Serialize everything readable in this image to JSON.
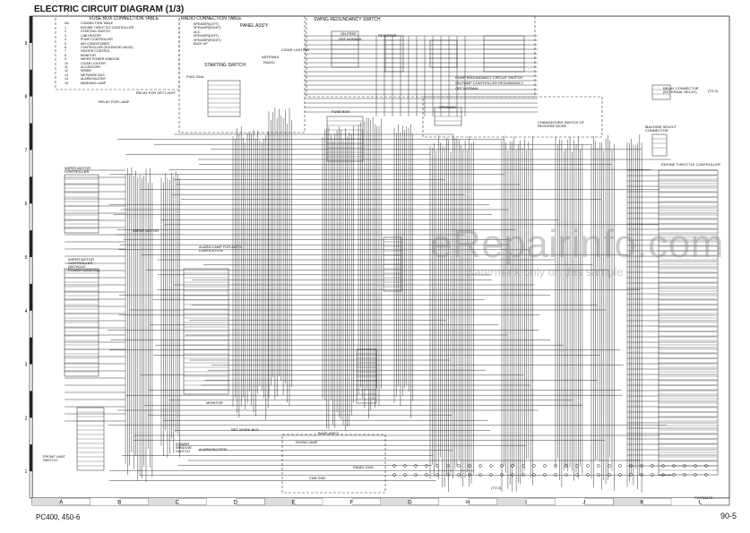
{
  "title": "ELECTRIC CIRCUIT DIAGRAM (1/3)",
  "footer": {
    "model": "PC400, 450-6",
    "page": "90-5",
    "doc_code": "SWP00172"
  },
  "watermark": {
    "main": "eRepairinfo.com",
    "sub": "watermark only on this sample"
  },
  "grid": {
    "columns": [
      "A",
      "B",
      "C",
      "D",
      "E",
      "F",
      "G",
      "H",
      "I",
      "J",
      "K",
      "L"
    ],
    "rows": [
      "9",
      "8",
      "7",
      "6",
      "5",
      "4",
      "3",
      "2",
      "1"
    ]
  },
  "fuse_box": {
    "title": "FUSE BOX CONNECTION TABLE",
    "header": [
      "No.",
      "CONNECTION TABLE"
    ],
    "rows": [
      [
        "1",
        "ENGINE THROTTLE CONTROLLER"
      ],
      [
        "2",
        "STARTING SWITCH"
      ],
      [
        "3",
        "CAB HEATER"
      ],
      [
        "4",
        "PUMP CONTROLLER"
      ],
      [
        "5",
        "AIR CONDITIONER"
      ],
      [
        "6",
        "CONTROLLER (SOLENOID VALVE)"
      ],
      [
        "7",
        "HEATER CONTROL"
      ],
      [
        "8",
        "MONITOR"
      ],
      [
        "9",
        "WIPER POWER WINDOW"
      ],
      [
        "10",
        "CIGAR LIGHTER"
      ],
      [
        "11",
        "ACCESSORY"
      ],
      [
        "12",
        "SPARE"
      ],
      [
        "13",
        "NETWORK BUS"
      ],
      [
        "14",
        "ALARM BUZZER"
      ],
      [
        "15",
        "WARNING LAMP"
      ]
    ]
  },
  "radio_table": {
    "title": "RADIO CONNECTION TABLE",
    "rows": [
      "SPEAKER(LEFT)",
      "SPEAKER(RIGHT)",
      "ACC",
      "SPEAKER(LEFT)",
      "SPEAKER(RIGHT)",
      "BACK UP"
    ]
  },
  "labels": {
    "panel": "PANEL ASS'Y",
    "swing_switch": "SWING REDUNDANCY SWITCH",
    "on_free": "ON FREE",
    "off_normal": "OFF NORMAL",
    "resistor": "RESISTOR",
    "cigar_lighter": "CIGAR LIGHTER",
    "antenna": "ANTENNA",
    "radio": "RADIO",
    "starting_switch": "STARTING SWITCH",
    "fuel_dial": "FUEL DIAL",
    "pump_switch": "PUMP REDUNDANCY CIRCUIT SWITCH",
    "pump_switch_sub": "ON PUMP CONTROLLER REDUNDANCY",
    "pump_switch_off": "OFF NORMAL",
    "relay_light": "RELAY FOR SET LIGHT",
    "relay_lamp": "RELAY FOR LAMP",
    "fuse_box": "FUSE BOX",
    "speaker": "SPEAKER",
    "changeover": "CHANGEOVER SWITCH OF REVERSE MODE",
    "wiper_motor_ctrl": "WIPER MOTOR CONTROLLER",
    "wiper_motor": "WIPER MOTOR",
    "alarm_lamp": "ALARM LAMP FOR AUTO-LUBRICATION",
    "wiper_ctrl_power": "WIPER MOTOR CONTROLLER (WITHOUT POWER WINDOW)",
    "monitor": "MONITOR",
    "net_work_bus": "NET WORK BUS",
    "alarm_buzzer": "ALARM BUZZER",
    "power_window": "POWER WINDOW SWITCH",
    "front_limit": "FRONT LIMIT SWITCH",
    "room_lamp": "ROOM LAMP",
    "base_assy": "BASE ASS'Y",
    "cab_gnd": "CAB GND",
    "panel_gnd": "PANEL GND",
    "to_2": "(TO 2)",
    "to_3": "(TO 3)",
    "relay_connector": "RELAY CONNECTOR (EXTERNAL RELAY)",
    "machine_select": "MACHINE SELECT CONNECTOR",
    "engine_throttle": "ENGINE THROTTLE CONTROLLER"
  }
}
